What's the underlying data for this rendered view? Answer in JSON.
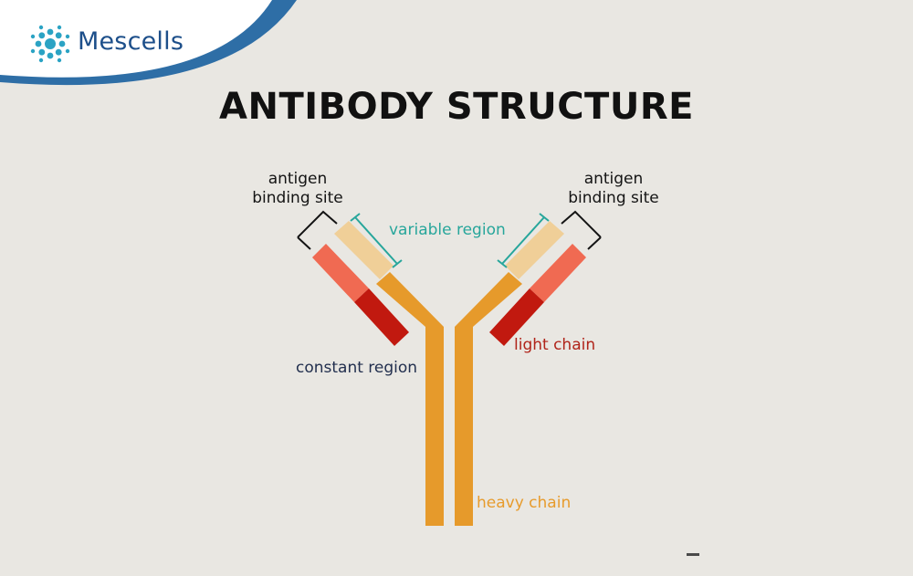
{
  "brand": {
    "name": "Mescells",
    "colors": {
      "logo_blue": "#1d4f8a",
      "logo_teal": "#2ba3c4",
      "swoosh": "#2e6ea6"
    }
  },
  "title": "ANTIBODY STRUCTURE",
  "labels": {
    "antigen_site_left": [
      "antigen",
      "binding site"
    ],
    "antigen_site_right": [
      "antigen",
      "binding site"
    ],
    "variable_region": "variable region",
    "constant_region": "constant region",
    "light_chain": "light chain",
    "heavy_chain": "heavy chain"
  },
  "colors": {
    "background": "#e9e7e2",
    "heavy_chain": "#e69a2b",
    "variable_heavy": "#f0cf98",
    "light_variable": "#f06a52",
    "light_constant": "#c1190f",
    "variable_bracket": "#27a69b",
    "binding_bracket": "#141414"
  }
}
